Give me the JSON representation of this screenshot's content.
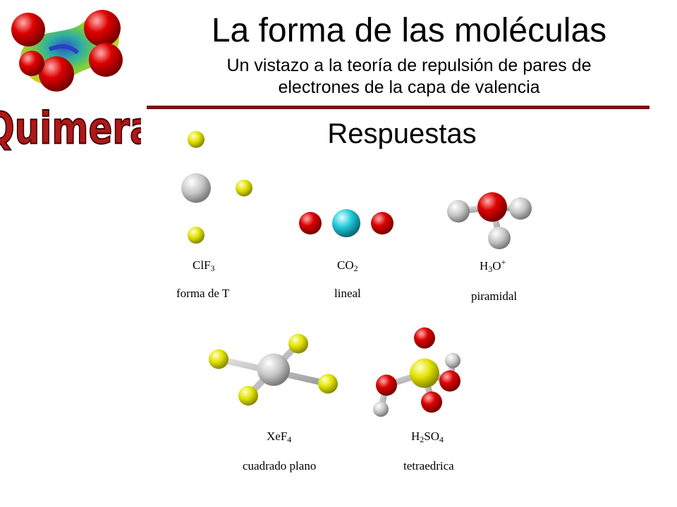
{
  "header": {
    "title": "La forma de las moléculas",
    "subtitle_line1": "Un vistazo a la teoría de repulsión de pares de",
    "subtitle_line2": "electrones de la capa de valencia",
    "section": "Respuestas"
  },
  "logo": {
    "wordmark": "Quimera"
  },
  "molecules": [
    {
      "formula_base": "ClF",
      "formula_sub": "3",
      "shape": "forma de T"
    },
    {
      "formula_base": "CO",
      "formula_sub": "2",
      "shape": "lineal"
    },
    {
      "formula_h": "H",
      "formula_h_sub": "3",
      "formula_o": "O",
      "formula_sup": "+",
      "shape": "piramidal"
    },
    {
      "formula_base": "XeF",
      "formula_sub": "4",
      "shape": "cuadrado plano"
    },
    {
      "formula_h": "H",
      "formula_h_sub": "2",
      "formula_mid": "SO",
      "formula_sub": "4",
      "shape": "tetraedrica"
    }
  ],
  "colors": {
    "chlorine_xenon_center": "#c8c8c8",
    "fluorine": "#e6e600",
    "oxygen": "#dd0000",
    "carbon": "#22c8d8",
    "hydrogen": "#d4d4d4",
    "sulfur": "#dede00",
    "rule": "#7a1010"
  }
}
